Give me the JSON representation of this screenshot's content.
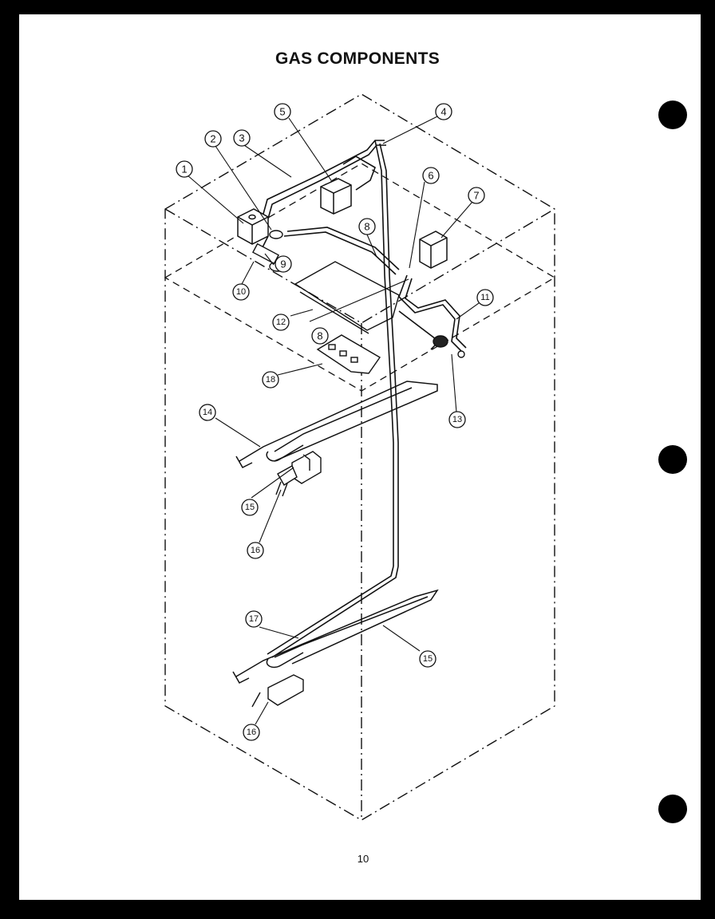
{
  "title": "GAS COMPONENTS",
  "page_number": "10",
  "callouts": [
    {
      "id": "c1",
      "label": "1"
    },
    {
      "id": "c2",
      "label": "2"
    },
    {
      "id": "c3",
      "label": "3"
    },
    {
      "id": "c4",
      "label": "4"
    },
    {
      "id": "c5",
      "label": "5"
    },
    {
      "id": "c6",
      "label": "6"
    },
    {
      "id": "c7",
      "label": "7"
    },
    {
      "id": "c8a",
      "label": "8"
    },
    {
      "id": "c8b",
      "label": "8"
    },
    {
      "id": "c9",
      "label": "9"
    },
    {
      "id": "c10",
      "label": "10"
    },
    {
      "id": "c11",
      "label": "11"
    },
    {
      "id": "c12",
      "label": "12"
    },
    {
      "id": "c13",
      "label": "13"
    },
    {
      "id": "c14",
      "label": "14"
    },
    {
      "id": "c15a",
      "label": "15"
    },
    {
      "id": "c15b",
      "label": "15"
    },
    {
      "id": "c16a",
      "label": "16"
    },
    {
      "id": "c16b",
      "label": "16"
    },
    {
      "id": "c17",
      "label": "17"
    },
    {
      "id": "c18",
      "label": "18"
    }
  ]
}
